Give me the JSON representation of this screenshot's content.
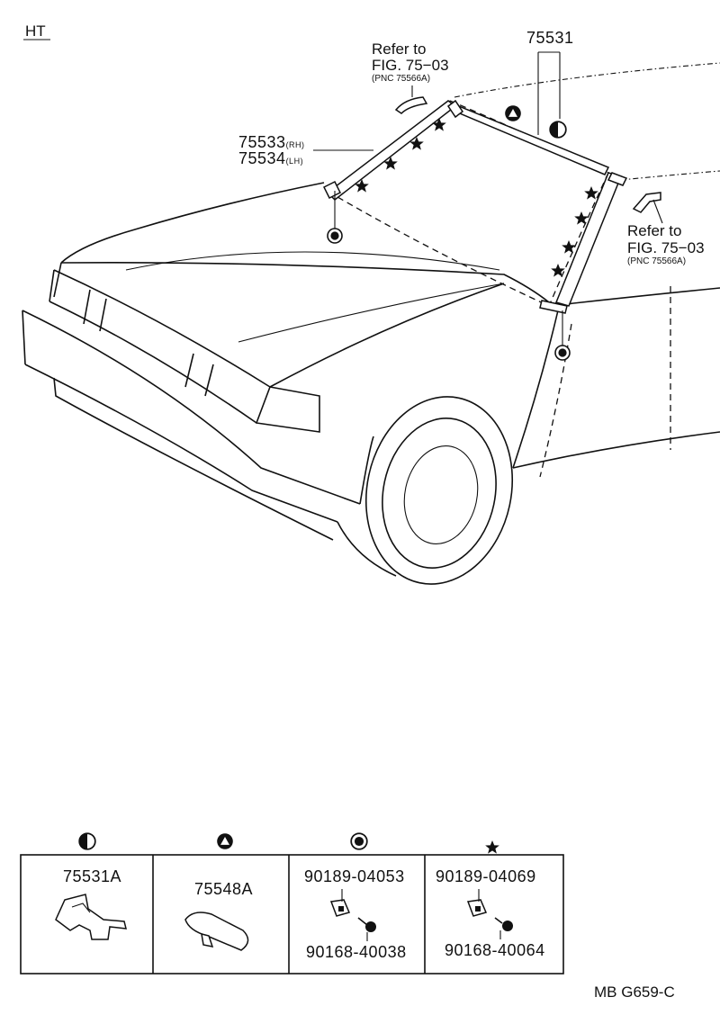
{
  "variant_label": "HT",
  "drawing_code": "MB G659-C",
  "callouts": {
    "main_molding": "75531",
    "pillar_rh": "75533",
    "pillar_rh_tag": "(RH)",
    "pillar_lh": "75534",
    "pillar_lh_tag": "(LH)",
    "refer_left_line1": "Refer to",
    "refer_left_line2": "FIG. 75−03",
    "refer_left_line3": "(PNC 75566A)",
    "refer_right_line1": "Refer to",
    "refer_right_line2": "FIG. 75−03",
    "refer_right_line3": "(PNC 75566A)"
  },
  "symbols": {
    "half_circle": "half-circle-symbol",
    "triangle": "triangle-in-circle-symbol",
    "dot": "dot-in-circle-symbol",
    "star": "star-symbol"
  },
  "legend": {
    "cells": [
      {
        "symbol": "half-circle-symbol",
        "part_top": "75531A",
        "part_bottom": ""
      },
      {
        "symbol": "triangle-in-circle-symbol",
        "part_top": "75548A",
        "part_bottom": ""
      },
      {
        "symbol": "dot-in-circle-symbol",
        "part_top": "90189-04053",
        "part_bottom": "90168-40038"
      },
      {
        "symbol": "star-symbol",
        "part_top": "90189-04069",
        "part_bottom": "90168-40064"
      }
    ]
  }
}
